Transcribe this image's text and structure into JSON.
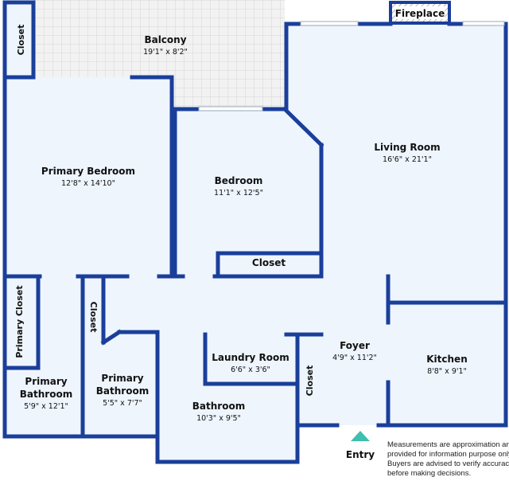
{
  "rooms": {
    "balcony": {
      "name": "Balcony",
      "dims": "19'1\" x 8'2\""
    },
    "primary_bedroom": {
      "name": "Primary Bedroom",
      "dims": "12'8\" x 14'10\""
    },
    "bedroom": {
      "name": "Bedroom",
      "dims": "11'1\" x 12'5\""
    },
    "living_room": {
      "name": "Living Room",
      "dims": "16'6\" x 21'1\""
    },
    "laundry_room": {
      "name": "Laundry Room",
      "dims": "6'6\" x 3'6\""
    },
    "foyer": {
      "name": "Foyer",
      "dims": "4'9\" x 11'2\""
    },
    "kitchen": {
      "name": "Kitchen",
      "dims": "8'8\" x 9'1\""
    },
    "primary_bathroom_1": {
      "name_line1": "Primary",
      "name_line2": "Bathroom",
      "dims": "5'9\" x 12'1\""
    },
    "primary_bathroom_2": {
      "name_line1": "Primary",
      "name_line2": "Bathroom",
      "dims": "5'5\" x 7'7\""
    },
    "bathroom": {
      "name": "Bathroom",
      "dims": "10'3\" x 9'5\""
    }
  },
  "labels": {
    "closet_top_left": "Closet",
    "closet_bedroom": "Closet",
    "primary_closet": "Primary Closet",
    "closet_hall": "Closet",
    "closet_foyer": "Closet",
    "fireplace": "Fireplace",
    "entry": "Entry"
  },
  "colors": {
    "wall": "#1a3f9a",
    "floor": "#eef5fd",
    "balcony_tile": "#f2f2f2",
    "grout": "#d6d6d6",
    "entry_marker": "#3fbfae"
  },
  "disclaimer": [
    "Measurements are approximation and",
    "provided for information purpose only.",
    "Buyers are advised to verify accuracy",
    "before making decisions."
  ]
}
